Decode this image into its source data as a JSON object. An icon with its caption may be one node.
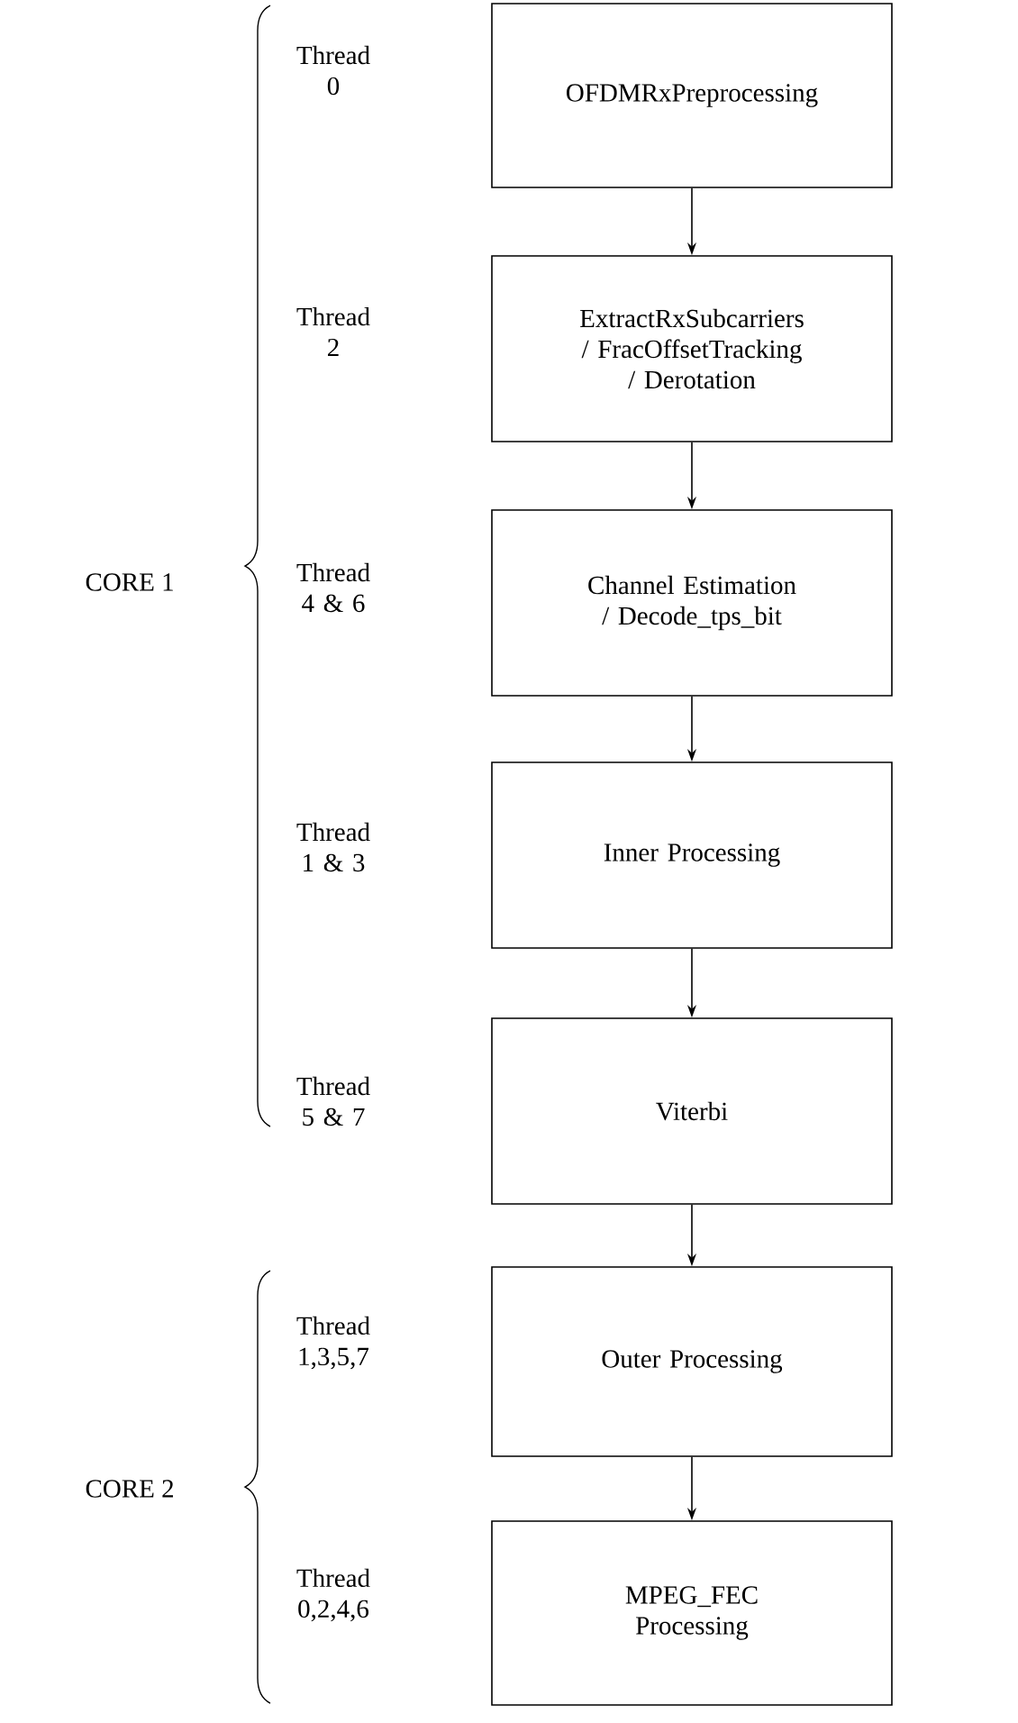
{
  "diagram": {
    "nodes": [
      {
        "text": [
          "OFDMRxPreprocessing"
        ]
      },
      {
        "text": [
          "ExtractRxSubcarriers / FracOffsetTracking / Derotation"
        ]
      },
      {
        "text": [
          "Channel Estimation / Decode_tps_bit"
        ]
      },
      {
        "text": [
          "Inner Processing"
        ]
      },
      {
        "text": [
          "Viterbi"
        ]
      },
      {
        "text": [
          "Outer Processing"
        ]
      },
      {
        "text": [
          "MPEG_FEC Processing"
        ]
      }
    ],
    "edges": [
      {
        "from": 0,
        "to": 1,
        "arrow": "to"
      },
      {
        "from": 1,
        "to": 2,
        "arrow": "to"
      },
      {
        "from": 2,
        "to": 3,
        "arrow": "to"
      },
      {
        "from": 3,
        "to": 4,
        "arrow": "to"
      },
      {
        "from": 4,
        "to": 5,
        "arrow": "to"
      },
      {
        "from": 5,
        "to": 6,
        "arrow": "to"
      }
    ],
    "labels": [
      "Thread 0",
      "Thread 2",
      "CORE 1",
      "Thread 4 & 6",
      "Thread 1 & 3",
      "Thread 5 & 7",
      "Thread 1,3,5,7",
      "CORE 2",
      "Thread 0,2,4,6"
    ]
  }
}
